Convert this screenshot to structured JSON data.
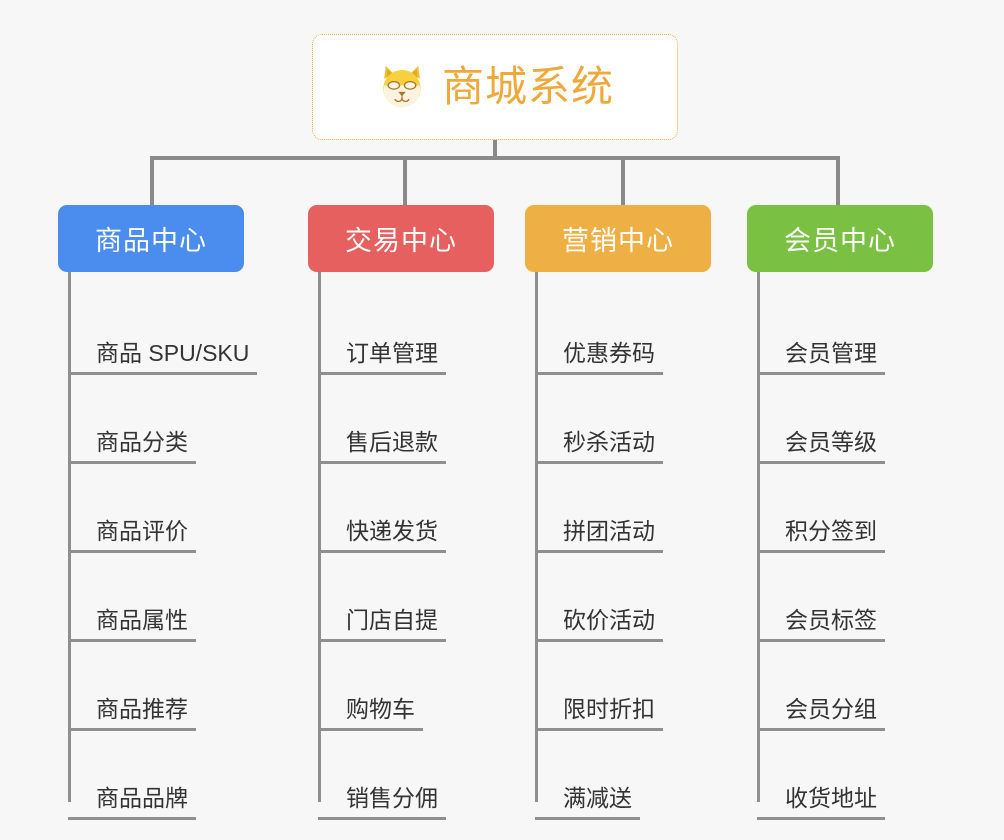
{
  "root": {
    "title": "商城系统",
    "icon": "shiba-dog-face-emoji",
    "text_color": "#eda93c",
    "border_color": "#e8aa4a",
    "background": "#ffffff"
  },
  "canvas": {
    "background": "#f7f7f7",
    "line_color": "#8a8a8a"
  },
  "columns": [
    {
      "title": "商品中心",
      "color": "#4a8def",
      "items": [
        "商品 SPU/SKU",
        "商品分类",
        "商品评价",
        "商品属性",
        "商品推荐",
        "商品品牌"
      ]
    },
    {
      "title": "交易中心",
      "color": "#e5605f",
      "items": [
        "订单管理",
        "售后退款",
        "快递发货",
        "门店自提",
        "购物车",
        "销售分佣"
      ]
    },
    {
      "title": "营销中心",
      "color": "#eeb044",
      "items": [
        "优惠券码",
        "秒杀活动",
        "拼团活动",
        "砍价活动",
        "限时折扣",
        "满减送"
      ]
    },
    {
      "title": "会员中心",
      "color": "#7ac143",
      "items": [
        "会员管理",
        "会员等级",
        "积分签到",
        "会员标签",
        "会员分组",
        "收货地址"
      ]
    }
  ]
}
